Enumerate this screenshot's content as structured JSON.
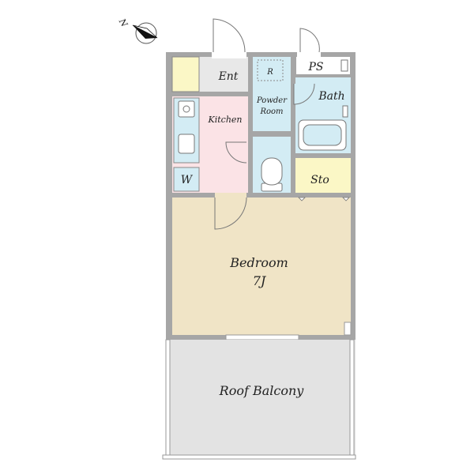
{
  "compass": {
    "label": "N"
  },
  "rooms": {
    "entrance": "Ent",
    "kitchen": "Kitchen",
    "powder_room_line1": "Powder",
    "powder_room_line2": "Room",
    "refrigerator": "R",
    "pipe_space": "PS",
    "bath": "Bath",
    "storage": "Sto",
    "washer": "W",
    "bedroom": "Bedroom",
    "bedroom_size": "7J",
    "balcony": "Roof Balcony"
  },
  "colors": {
    "wall": "#a6a6a6",
    "entrance_floor": "#e8e8e8",
    "shoe_box": "#fbf7c6",
    "kitchen_floor": "#fbe3e6",
    "wet_area": "#d3ecf4",
    "storage": "#fbf7c6",
    "bedroom_floor": "#f0e4c6",
    "balcony_floor": "#e3e3e3"
  }
}
